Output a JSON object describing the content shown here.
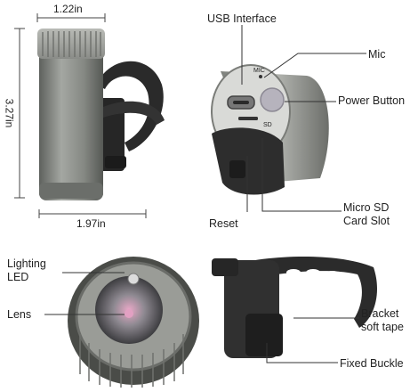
{
  "dimensions": {
    "top_width": "1.22in",
    "height": "3.27in",
    "bottom_width": "1.97in"
  },
  "callouts": {
    "usb": "USB Interface",
    "mic": "Mic",
    "power": "Power Button",
    "micro_sd_line1": "Micro SD",
    "micro_sd_line2": "Card Slot",
    "reset": "Reset",
    "lighting_line1": "Lighting",
    "lighting_line2": "LED",
    "lens": "Lens",
    "bracket_line1": "Bracket",
    "bracket_line2": "soft tape",
    "buckle": "Fixed Buckle"
  },
  "device_markings": {
    "mic_mark": "MIC",
    "sd_mark": "SD"
  },
  "colors": {
    "body_metal": "#8e918c",
    "bracket_rubber": "#2c2c2c",
    "lens_glow": "#d78fb5"
  }
}
